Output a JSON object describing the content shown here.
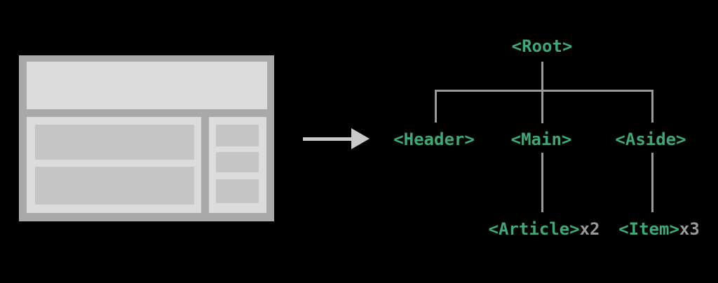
{
  "figure": {
    "description": "wireframe layout transformed into component tree",
    "colors": {
      "background": "#000000",
      "accent_green": "#3fa877",
      "muted_gray": "#999999",
      "arrow_gray": "#c9c9c9",
      "wireframe_frame_gray": "#a9a9a9",
      "wireframe_panel_gray": "#dcdcdc",
      "wireframe_block_gray": "#c5c5c5"
    },
    "wireframe": {
      "sections": [
        "header",
        "main",
        "aside"
      ],
      "main_block_count": 2,
      "aside_block_count": 3
    },
    "tree": {
      "root_label": "<Root>",
      "level1": [
        {
          "label": "<Header>"
        },
        {
          "label": "<Main>"
        },
        {
          "label": "<Aside>"
        }
      ],
      "level2": [
        {
          "label": "<Article>",
          "count": "x2"
        },
        {
          "label": "<Item>",
          "count": "x3"
        }
      ]
    }
  }
}
